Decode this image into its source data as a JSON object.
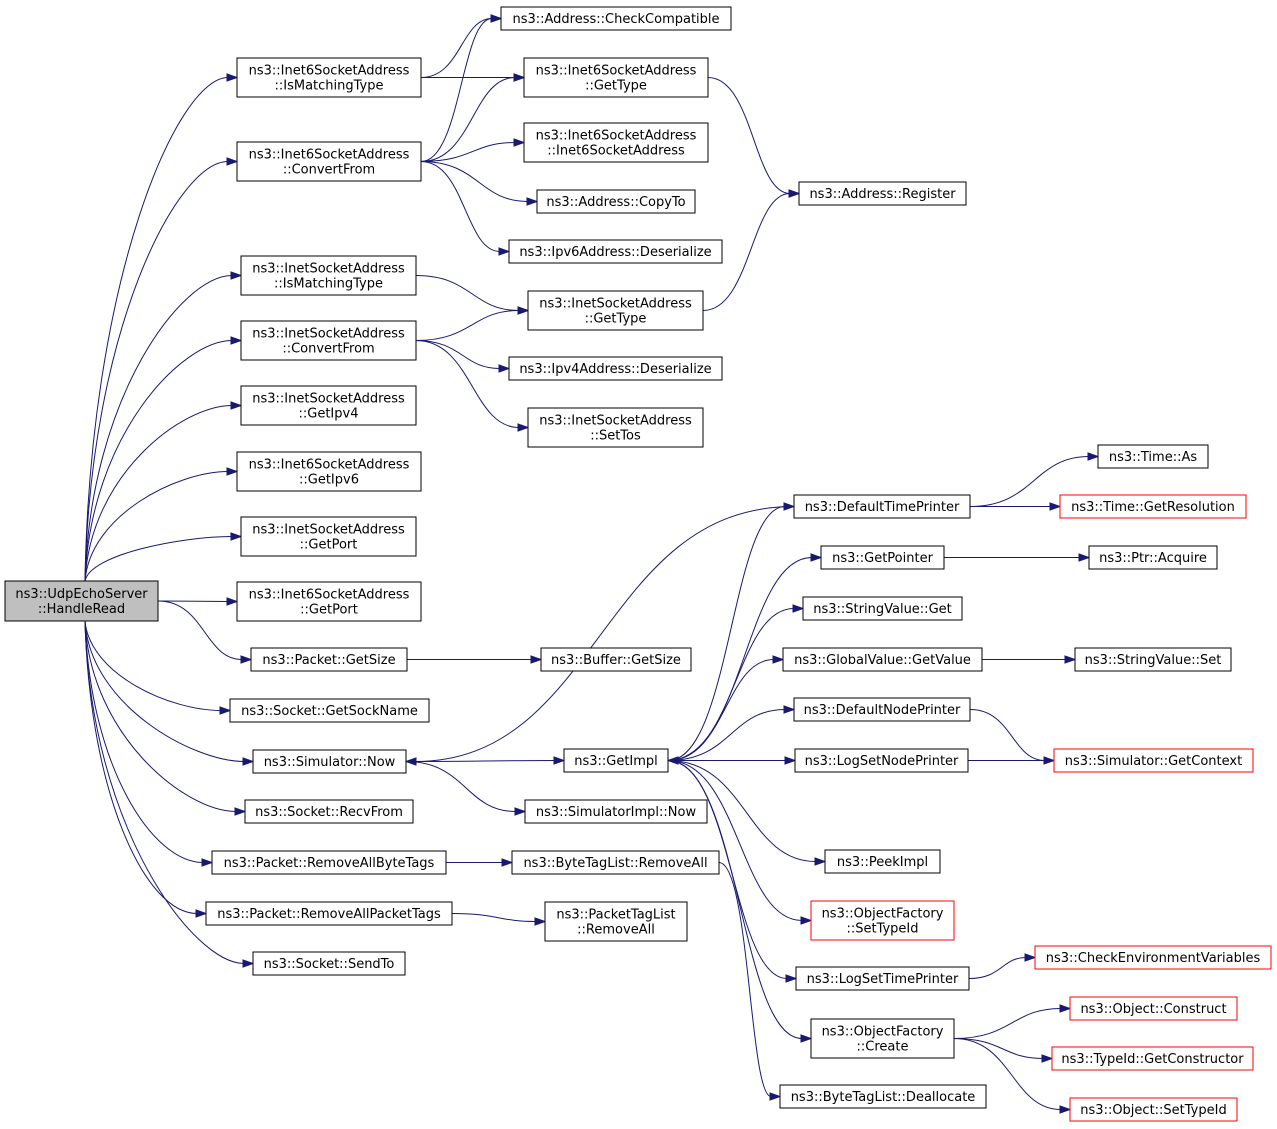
{
  "diagram": {
    "nodes": [
      {
        "id": "udp_handleread",
        "lines": [
          "ns3::UdpEchoServer",
          "::HandleRead"
        ],
        "style": "root"
      },
      {
        "id": "i6_ismatching",
        "lines": [
          "ns3::Inet6SocketAddress",
          "::IsMatchingType"
        ]
      },
      {
        "id": "i6_convertfrom",
        "lines": [
          "ns3::Inet6SocketAddress",
          "::ConvertFrom"
        ]
      },
      {
        "id": "i4_ismatching",
        "lines": [
          "ns3::InetSocketAddress",
          "::IsMatchingType"
        ]
      },
      {
        "id": "i4_convertfrom",
        "lines": [
          "ns3::InetSocketAddress",
          "::ConvertFrom"
        ]
      },
      {
        "id": "i4_getipv4",
        "lines": [
          "ns3::InetSocketAddress",
          "::GetIpv4"
        ]
      },
      {
        "id": "i6_getipv6",
        "lines": [
          "ns3::Inet6SocketAddress",
          "::GetIpv6"
        ]
      },
      {
        "id": "i4_getport",
        "lines": [
          "ns3::InetSocketAddress",
          "::GetPort"
        ]
      },
      {
        "id": "i6_getport",
        "lines": [
          "ns3::Inet6SocketAddress",
          "::GetPort"
        ]
      },
      {
        "id": "packet_getsize",
        "lines": [
          "ns3::Packet::GetSize"
        ]
      },
      {
        "id": "socket_getsockname",
        "lines": [
          "ns3::Socket::GetSockName"
        ]
      },
      {
        "id": "simulator_now",
        "lines": [
          "ns3::Simulator::Now"
        ]
      },
      {
        "id": "socket_recvfrom",
        "lines": [
          "ns3::Socket::RecvFrom"
        ]
      },
      {
        "id": "packet_removeallbytetags",
        "lines": [
          "ns3::Packet::RemoveAllByteTags"
        ]
      },
      {
        "id": "packet_removeallpackettags",
        "lines": [
          "ns3::Packet::RemoveAllPacketTags"
        ]
      },
      {
        "id": "socket_sendto",
        "lines": [
          "ns3::Socket::SendTo"
        ]
      },
      {
        "id": "address_checkcompatible",
        "lines": [
          "ns3::Address::CheckCompatible"
        ]
      },
      {
        "id": "i6_gettype",
        "lines": [
          "ns3::Inet6SocketAddress",
          "::GetType"
        ]
      },
      {
        "id": "i6_ctor",
        "lines": [
          "ns3::Inet6SocketAddress",
          "::Inet6SocketAddress"
        ]
      },
      {
        "id": "address_copyto",
        "lines": [
          "ns3::Address::CopyTo"
        ]
      },
      {
        "id": "ipv6_deserialize",
        "lines": [
          "ns3::Ipv6Address::Deserialize"
        ]
      },
      {
        "id": "i4_gettype",
        "lines": [
          "ns3::InetSocketAddress",
          "::GetType"
        ]
      },
      {
        "id": "ipv4_deserialize",
        "lines": [
          "ns3::Ipv4Address::Deserialize"
        ]
      },
      {
        "id": "i4_settos",
        "lines": [
          "ns3::InetSocketAddress",
          "::SetTos"
        ]
      },
      {
        "id": "address_register",
        "lines": [
          "ns3::Address::Register"
        ]
      },
      {
        "id": "buffer_getsize",
        "lines": [
          "ns3::Buffer::GetSize"
        ]
      },
      {
        "id": "getimpl",
        "lines": [
          "ns3::GetImpl"
        ]
      },
      {
        "id": "simulatorimpl_now",
        "lines": [
          "ns3::SimulatorImpl::Now"
        ]
      },
      {
        "id": "bytetaglist_removeall",
        "lines": [
          "ns3::ByteTagList::RemoveAll"
        ]
      },
      {
        "id": "packettaglist_removeall",
        "lines": [
          "ns3::PacketTagList",
          "::RemoveAll"
        ]
      },
      {
        "id": "defaulttimeprinter",
        "lines": [
          "ns3::DefaultTimePrinter"
        ]
      },
      {
        "id": "getpointer",
        "lines": [
          "ns3::GetPointer"
        ]
      },
      {
        "id": "stringvalue_get",
        "lines": [
          "ns3::StringValue::Get"
        ]
      },
      {
        "id": "globalvalue_getvalue",
        "lines": [
          "ns3::GlobalValue::GetValue"
        ]
      },
      {
        "id": "defaultnodeprinter",
        "lines": [
          "ns3::DefaultNodePrinter"
        ]
      },
      {
        "id": "logsetnodeprinter",
        "lines": [
          "ns3::LogSetNodePrinter"
        ]
      },
      {
        "id": "peekimpl",
        "lines": [
          "ns3::PeekImpl"
        ]
      },
      {
        "id": "objectfactory_settypeid",
        "lines": [
          "ns3::ObjectFactory",
          "::SetTypeId"
        ],
        "style": "trunc"
      },
      {
        "id": "logsettimeprinter",
        "lines": [
          "ns3::LogSetTimePrinter"
        ]
      },
      {
        "id": "objectfactory_create",
        "lines": [
          "ns3::ObjectFactory",
          "::Create"
        ]
      },
      {
        "id": "bytetaglist_deallocate",
        "lines": [
          "ns3::ByteTagList::Deallocate"
        ]
      },
      {
        "id": "time_as",
        "lines": [
          "ns3::Time::As"
        ]
      },
      {
        "id": "time_getresolution",
        "lines": [
          "ns3::Time::GetResolution"
        ],
        "style": "trunc"
      },
      {
        "id": "ptr_acquire",
        "lines": [
          "ns3::Ptr::Acquire"
        ]
      },
      {
        "id": "stringvalue_set",
        "lines": [
          "ns3::StringValue::Set"
        ]
      },
      {
        "id": "simulator_getcontext",
        "lines": [
          "ns3::Simulator::GetContext"
        ],
        "style": "trunc"
      },
      {
        "id": "checkenvvars",
        "lines": [
          "ns3::CheckEnvironmentVariables"
        ],
        "style": "trunc"
      },
      {
        "id": "object_construct",
        "lines": [
          "ns3::Object::Construct"
        ],
        "style": "trunc"
      },
      {
        "id": "typeid_getconstructor",
        "lines": [
          "ns3::TypeId::GetConstructor"
        ],
        "style": "trunc"
      },
      {
        "id": "object_settypeid",
        "lines": [
          "ns3::Object::SetTypeId"
        ],
        "style": "trunc"
      }
    ],
    "edges": [
      [
        "udp_handleread",
        "i6_ismatching"
      ],
      [
        "udp_handleread",
        "i6_convertfrom"
      ],
      [
        "udp_handleread",
        "i4_ismatching"
      ],
      [
        "udp_handleread",
        "i4_convertfrom"
      ],
      [
        "udp_handleread",
        "i4_getipv4"
      ],
      [
        "udp_handleread",
        "i6_getipv6"
      ],
      [
        "udp_handleread",
        "i4_getport"
      ],
      [
        "udp_handleread",
        "i6_getport"
      ],
      [
        "udp_handleread",
        "packet_getsize"
      ],
      [
        "udp_handleread",
        "socket_getsockname"
      ],
      [
        "udp_handleread",
        "simulator_now"
      ],
      [
        "udp_handleread",
        "socket_recvfrom"
      ],
      [
        "udp_handleread",
        "packet_removeallbytetags"
      ],
      [
        "udp_handleread",
        "packet_removeallpackettags"
      ],
      [
        "udp_handleread",
        "socket_sendto"
      ],
      [
        "i6_ismatching",
        "address_checkcompatible"
      ],
      [
        "i6_ismatching",
        "i6_gettype"
      ],
      [
        "i6_convertfrom",
        "address_checkcompatible"
      ],
      [
        "i6_convertfrom",
        "i6_gettype"
      ],
      [
        "i6_convertfrom",
        "i6_ctor"
      ],
      [
        "i6_convertfrom",
        "address_copyto"
      ],
      [
        "i6_convertfrom",
        "ipv6_deserialize"
      ],
      [
        "i6_gettype",
        "address_register"
      ],
      [
        "i4_ismatching",
        "i4_gettype"
      ],
      [
        "i4_convertfrom",
        "i4_gettype"
      ],
      [
        "i4_convertfrom",
        "ipv4_deserialize"
      ],
      [
        "i4_convertfrom",
        "i4_settos"
      ],
      [
        "i4_gettype",
        "address_register"
      ],
      [
        "packet_getsize",
        "buffer_getsize"
      ],
      [
        "simulator_now",
        "getimpl"
      ],
      [
        "simulator_now",
        "simulatorimpl_now"
      ],
      [
        "defaulttimeprinter",
        "simulator_now"
      ],
      [
        "packet_removeallbytetags",
        "bytetaglist_removeall"
      ],
      [
        "packet_removeallpackettags",
        "packettaglist_removeall"
      ],
      [
        "bytetaglist_removeall",
        "bytetaglist_deallocate"
      ],
      [
        "getimpl",
        "defaulttimeprinter"
      ],
      [
        "getimpl",
        "getpointer"
      ],
      [
        "getimpl",
        "stringvalue_get"
      ],
      [
        "getimpl",
        "globalvalue_getvalue"
      ],
      [
        "getimpl",
        "defaultnodeprinter"
      ],
      [
        "getimpl",
        "logsetnodeprinter"
      ],
      [
        "getimpl",
        "peekimpl"
      ],
      [
        "getimpl",
        "objectfactory_settypeid"
      ],
      [
        "getimpl",
        "logsettimeprinter"
      ],
      [
        "getimpl",
        "objectfactory_create"
      ],
      [
        "simulator_getcontext",
        "getimpl"
      ],
      [
        "defaulttimeprinter",
        "time_as"
      ],
      [
        "defaulttimeprinter",
        "time_getresolution"
      ],
      [
        "getpointer",
        "ptr_acquire"
      ],
      [
        "globalvalue_getvalue",
        "stringvalue_set"
      ],
      [
        "defaultnodeprinter",
        "simulator_getcontext"
      ],
      [
        "logsettimeprinter",
        "checkenvvars"
      ],
      [
        "objectfactory_create",
        "object_construct"
      ],
      [
        "objectfactory_create",
        "typeid_getconstructor"
      ],
      [
        "objectfactory_create",
        "object_settypeid"
      ]
    ]
  }
}
